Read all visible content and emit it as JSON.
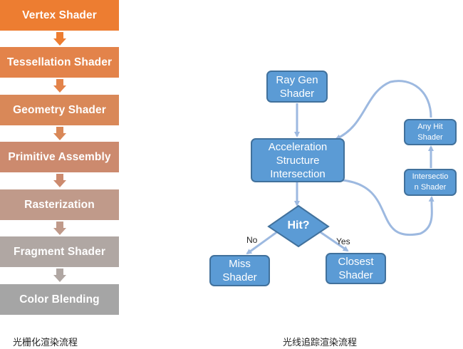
{
  "raster_pipeline": {
    "stages": [
      {
        "label": "Vertex Shader",
        "color": "#ed7d31"
      },
      {
        "label": "Tessellation Shader",
        "color": "#e3834a"
      },
      {
        "label": "Geometry Shader",
        "color": "#d98858"
      },
      {
        "label": "Primitive Assembly",
        "color": "#cc8a6e"
      },
      {
        "label": "Rasterization",
        "color": "#c09a8a"
      },
      {
        "label": "Fragment Shader",
        "color": "#b0a7a3"
      },
      {
        "label": "Color Blending",
        "color": "#a5a5a5"
      }
    ],
    "caption": "光栅化渲染流程"
  },
  "raytracing_pipeline": {
    "nodes": {
      "ray_gen": [
        "Ray Gen",
        "Shader"
      ],
      "accel": [
        "Acceleration",
        "Structure",
        "Intersection"
      ],
      "hit": "Hit?",
      "miss": [
        "Miss",
        "Shader"
      ],
      "closest": [
        "Closest",
        "Shader"
      ],
      "any_hit": [
        "Any Hit",
        "Shader"
      ],
      "intersection": [
        "Intersectio",
        "n Shader"
      ]
    },
    "edge_labels": {
      "no": "No",
      "yes": "Yes"
    },
    "caption": "光线追踪渲染流程",
    "box_color": "#5b9bd5",
    "border_color": "#41719c",
    "arrow_color": "#9db9e0"
  }
}
